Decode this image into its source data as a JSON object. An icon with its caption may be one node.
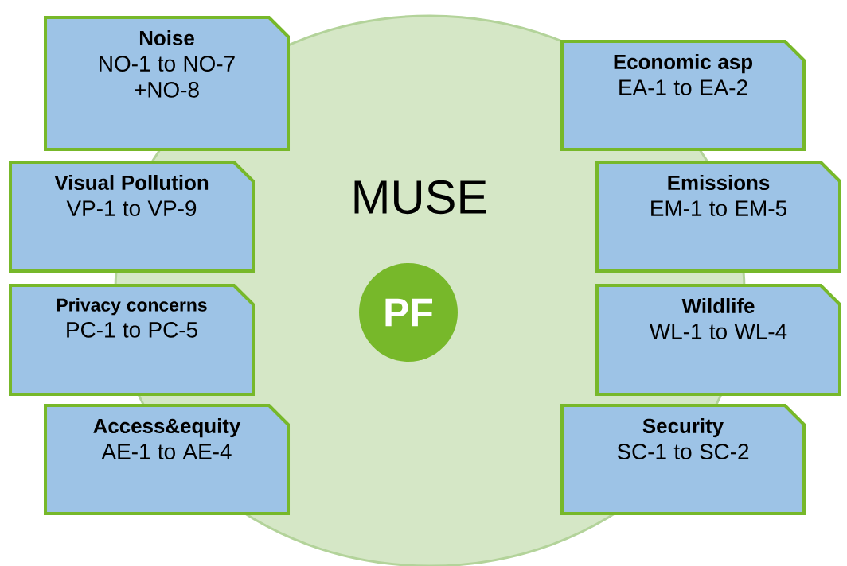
{
  "diagram": {
    "nodes": [
      {
        "text": [
          "MUSE"
        ]
      },
      {
        "text": [
          "PF"
        ],
        "in": 0
      },
      {
        "text": [
          "Noise",
          "NO-1 to NO-7 +NO-8"
        ]
      },
      {
        "text": [
          "Economic asp",
          "EA-1 to EA-2"
        ]
      },
      {
        "text": [
          "Visual Pollution",
          "VP-1 to VP-9"
        ]
      },
      {
        "text": [
          "Emissions",
          "EM-1 to EM-5"
        ]
      },
      {
        "text": [
          "Privacy concerns",
          "PC-1 to PC-5"
        ]
      },
      {
        "text": [
          "Wildlife",
          "WL-1 to WL-4"
        ]
      },
      {
        "text": [
          "Access&equity",
          "AE-1 to AE-4"
        ]
      },
      {
        "text": [
          "Security",
          "SC-1 to SC-2"
        ]
      }
    ]
  }
}
